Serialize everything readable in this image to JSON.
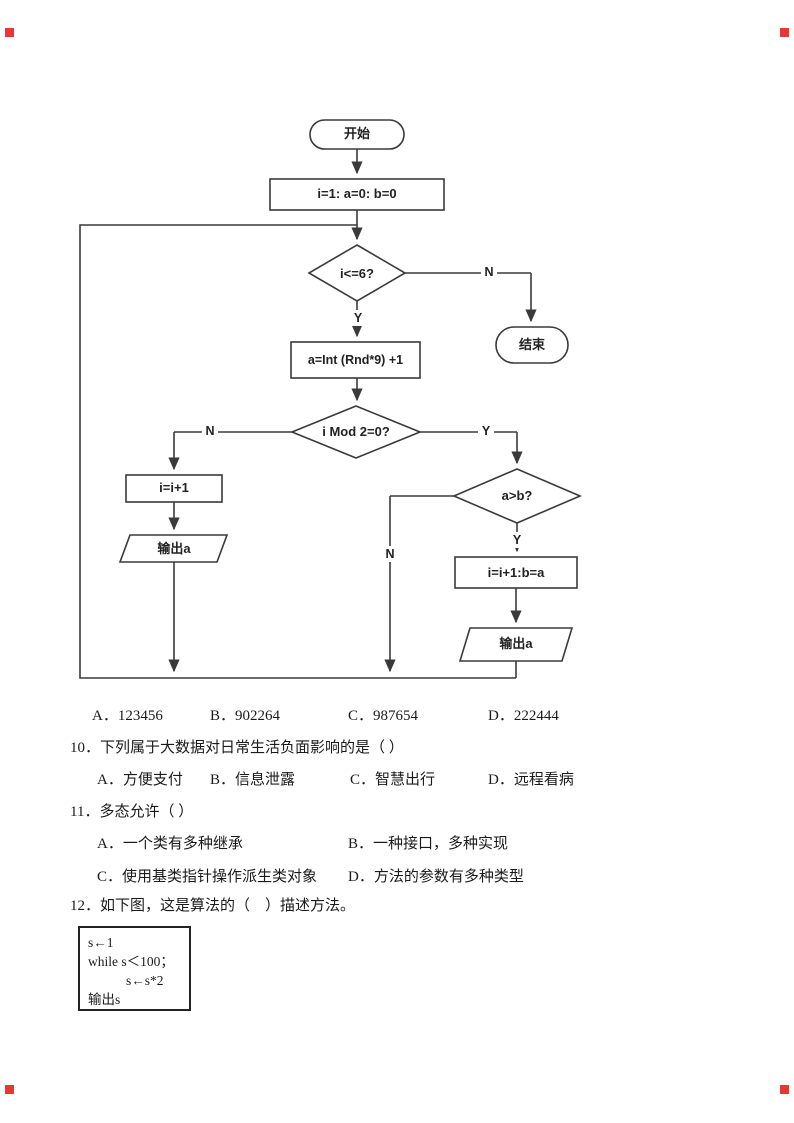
{
  "page": {
    "colors": {
      "bg": "#ffffff",
      "ink": "#1a1a1a",
      "line": "#3a3a3a",
      "corner-mark": "#e53935"
    }
  },
  "flowchart": {
    "nodes": {
      "start": "开始",
      "init": "i=1: a=0: b=0",
      "cond_loop": "i<=6?",
      "end": "结束",
      "assign_random": "a=Int (Rnd*9) +1",
      "cond_mod": "i Mod 2=0?",
      "increment": "i=i+1",
      "output_left": "输出a",
      "cond_compare": "a>b?",
      "increment_assign": "i=i+1:b=a",
      "output_right": "输出a"
    },
    "edge_labels": {
      "loop_no": "N",
      "loop_yes": "Y",
      "mod_no": "N",
      "mod_yes": "Y",
      "cmp_no": "N",
      "cmp_yes": "Y"
    }
  },
  "question9": {
    "options": [
      "A．123456",
      "B．902264",
      "C．987654",
      "D．222444"
    ]
  },
  "question10": {
    "stem": "10．下列属于大数据对日常生活负面影响的是（ ）",
    "options": [
      "A．方便支付",
      "B．信息泄露",
      "C．智慧出行",
      "D．远程看病"
    ]
  },
  "question11": {
    "stem": "11．多态允许（ ）",
    "options_row1": [
      "A．一个类有多种继承",
      "B．一种接口，多种实现"
    ],
    "options_row2": [
      "C．使用基类指针操作派生类对象",
      "D．方法的参数有多种类型"
    ]
  },
  "question12": {
    "stem": "12．如下图，这是算法的（　）描述方法。",
    "code_lines": [
      "s←1",
      "while s＜100；",
      "s←s*2",
      "输出s"
    ]
  }
}
